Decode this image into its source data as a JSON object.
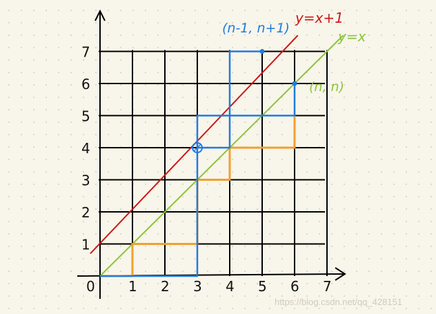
{
  "diagram": {
    "x_tick_labels": [
      "0",
      "1",
      "2",
      "3",
      "4",
      "5",
      "6",
      "7"
    ],
    "y_tick_labels": [
      "1",
      "2",
      "3",
      "4",
      "5",
      "6",
      "7"
    ],
    "line_upper_label": "y=x+1",
    "line_diag_label": "y=x",
    "point_top_label": "(n-1, n+1)",
    "point_diag_label": "(n, n)",
    "watermark": "https://blog.csdn.net/qq_428151",
    "colors": {
      "grid": "#000000",
      "blue_path": "#1e7be0",
      "orange_path": "#f0a030",
      "red_line": "#cc1818",
      "green_line": "#8cc43c"
    },
    "blue_path_points": [
      [
        0,
        0
      ],
      [
        3,
        0
      ],
      [
        3,
        5
      ],
      [
        6,
        5
      ],
      [
        6,
        6
      ]
    ],
    "blue_detour_points": [
      [
        3,
        4
      ],
      [
        4,
        4
      ],
      [
        4,
        7
      ],
      [
        5,
        7
      ]
    ],
    "orange_path_points": [
      [
        0,
        0
      ],
      [
        1,
        0
      ],
      [
        1,
        1
      ],
      [
        3,
        1
      ],
      [
        3,
        3
      ],
      [
        4,
        3
      ],
      [
        4,
        4
      ],
      [
        6,
        4
      ],
      [
        6,
        5
      ]
    ],
    "circle_point": [
      3,
      4
    ],
    "dot_points": [
      [
        5,
        7
      ],
      [
        6,
        6
      ]
    ]
  }
}
